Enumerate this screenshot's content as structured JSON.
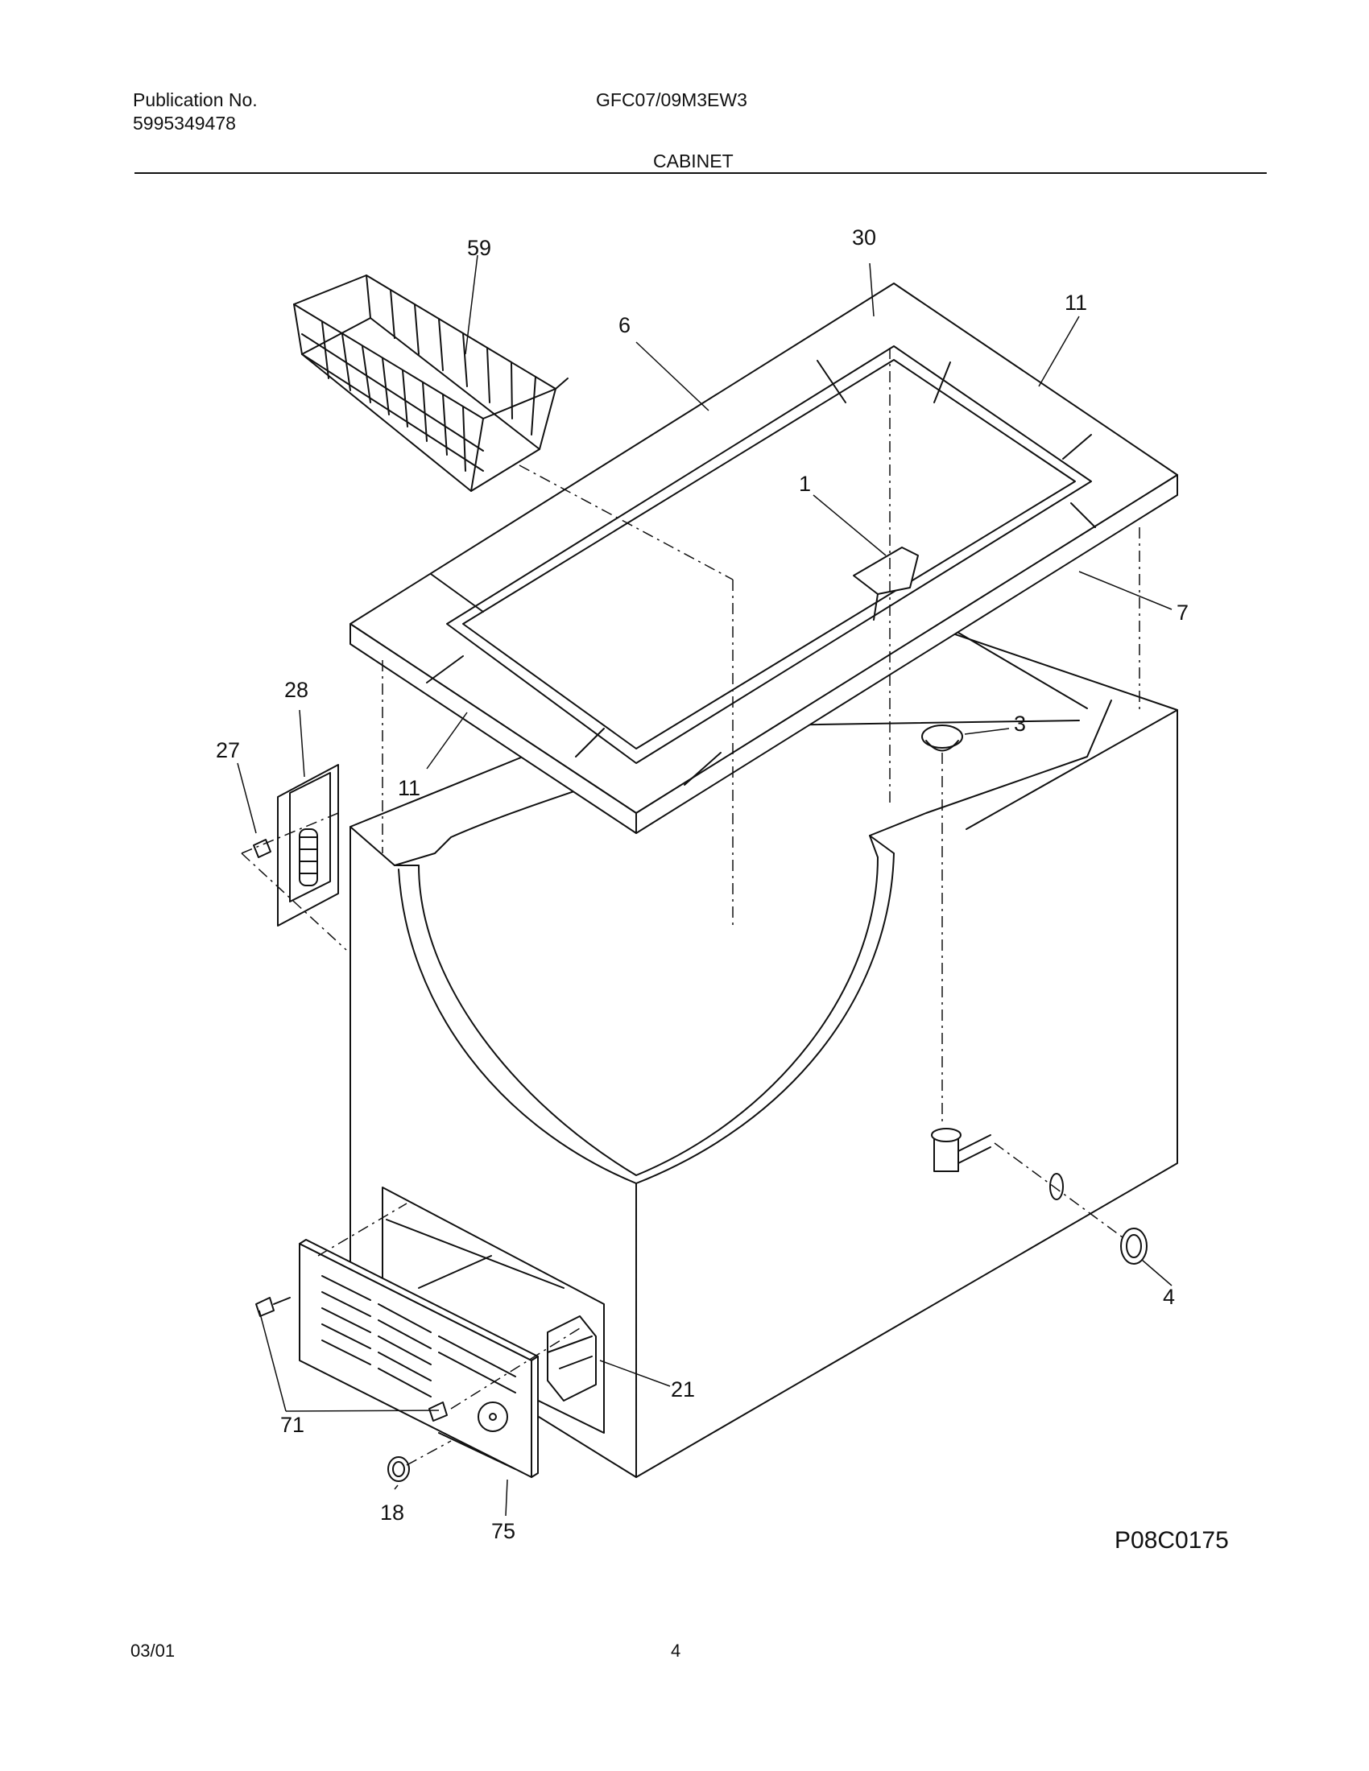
{
  "header": {
    "publication_label": "Publication No.",
    "publication_number": "5995349478",
    "model": "GFC07/09M3EW3",
    "section_title": "CABINET"
  },
  "diagram": {
    "drawing_id": "P08C0175",
    "callouts": {
      "c59": "59",
      "c30": "30",
      "c6": "6",
      "c11a": "11",
      "c1": "1",
      "c7": "7",
      "c28": "28",
      "c27": "27",
      "c11b": "11",
      "c3": "3",
      "c4": "4",
      "c21": "21",
      "c71": "71",
      "c18": "18",
      "c75": "75"
    }
  },
  "footer": {
    "date": "03/01",
    "page": "4"
  }
}
